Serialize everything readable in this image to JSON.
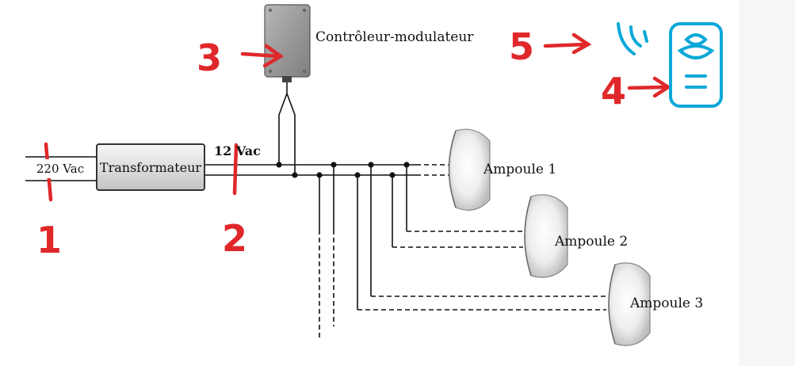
{
  "diagram": {
    "input_voltage": "220 Vac",
    "transformer": "Transformateur",
    "output_voltage": "12 Vac",
    "controller": "Contrôleur-modulateur",
    "lamps": [
      "Ampoule 1",
      "Ampoule 2",
      "Ampoule 3"
    ]
  },
  "annotations": {
    "marker_1": "1",
    "marker_2": "2",
    "marker_3": "3",
    "marker_4": "4",
    "marker_5": "5"
  },
  "colors": {
    "annotation_red": "#e0282a",
    "remote_cyan": "#0aa8d8",
    "wire": "#111111"
  },
  "icons": [
    "remote-control-icon",
    "wireless-signal-icon"
  ]
}
